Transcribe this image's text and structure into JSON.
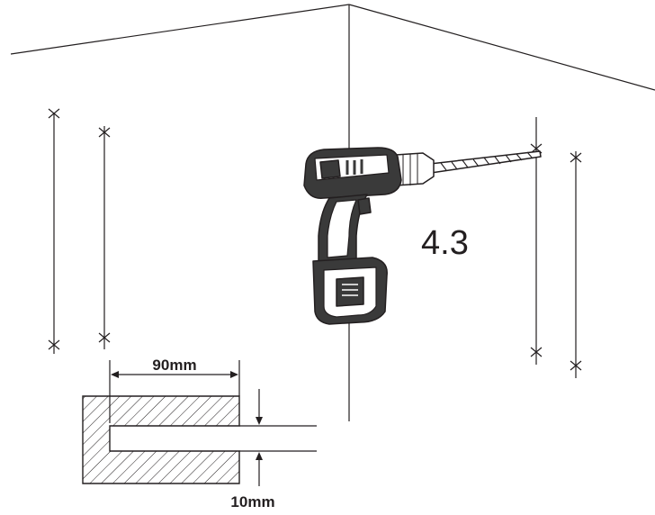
{
  "labels": {
    "drill_size": "4.3",
    "width_dimension": "90mm",
    "depth_dimension": "10mm"
  },
  "colors": {
    "line": "#231f20",
    "drill_body": "#3a3a3a",
    "background": "#ffffff"
  },
  "icons": {
    "tool": "cordless-drill-icon"
  }
}
